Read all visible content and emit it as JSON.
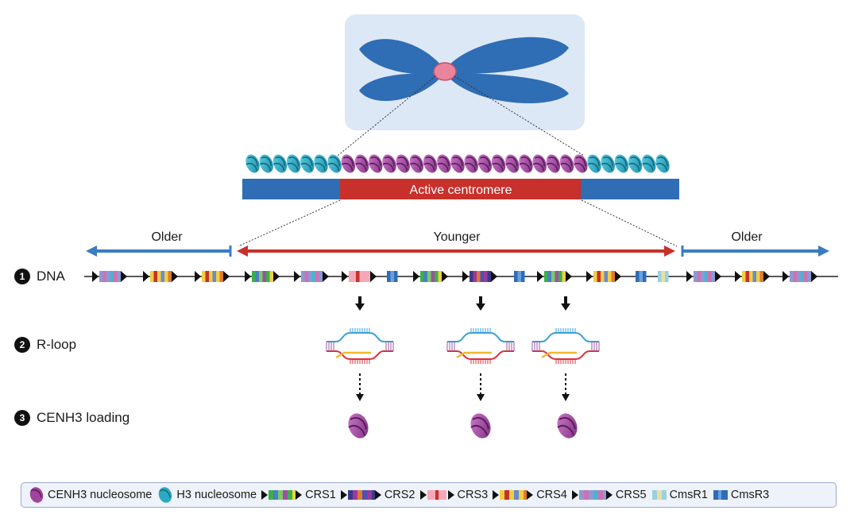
{
  "centromere_bar": {
    "label": "Active centromere"
  },
  "regions": {
    "left": "Older",
    "center": "Younger",
    "right": "Older"
  },
  "steps": [
    {
      "number": "1",
      "label": "DNA"
    },
    {
      "number": "2",
      "label": "R-loop"
    },
    {
      "number": "3",
      "label": "CENH3 loading"
    }
  ],
  "legend": {
    "cenh3": "CENH3 nucleosome",
    "h3": "H3 nucleosome",
    "crs1": "CRS1",
    "crs2": "CRS2",
    "crs3": "CRS3",
    "crs4": "CRS4",
    "crs5": "CRS5",
    "cmsr1": "CmsR1",
    "cmsr3": "CmsR3"
  },
  "colors": {
    "chromosome": "#2f6db5",
    "centromere": "#e8859c",
    "h3_nucleosome": "#2aa9c4",
    "cenh3_nucleosome": "#a0449c",
    "older_arrow": "#3a7cc2",
    "younger_arrow": "#c8302b",
    "dna_strand_top": "#3aa0d8",
    "dna_strand_bottom": "#d8323c",
    "rna_strand": "#f0b830"
  }
}
